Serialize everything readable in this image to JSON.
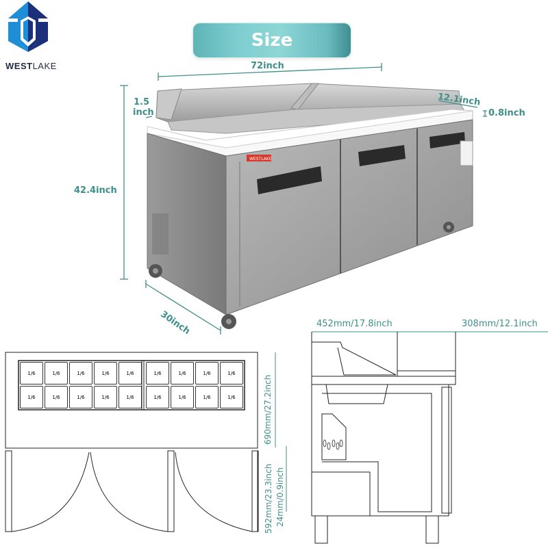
{
  "brand": {
    "name_bold": "WEST",
    "name_light": "LAKE",
    "colors": {
      "light_blue": "#1e8fd6",
      "dark_blue": "#1b2f7a"
    }
  },
  "header": {
    "title": "Size",
    "badge_color": "#7fcfd0"
  },
  "photo_dimensions": {
    "width": "72inch",
    "lid_height": "1.5\ninch",
    "lid_height_line1": "1.5",
    "lid_height_line2": "inch",
    "cutting_board_depth": "12.1inch",
    "cutting_board_thickness": "0.8inch",
    "total_height": "42.4inch",
    "depth": "30inch"
  },
  "product_label": "WESTLAKE",
  "top_view": {
    "pan_rows": [
      [
        "1/6",
        "1/6",
        "1/6",
        "1/6",
        "1/6",
        "1/6",
        "1/6",
        "1/6",
        "1/6"
      ],
      [
        "1/6",
        "1/6",
        "1/6",
        "1/6",
        "1/6",
        "1/6",
        "1/6",
        "1/6",
        "1/6"
      ]
    ],
    "depth_label": "690mm/27.2inch",
    "door_swing_label": "592mm/23.3inch",
    "board_thickness_label": "24mm/0.9inch"
  },
  "side_view": {
    "upper_depth_label": "452mm/17.8inch",
    "board_depth_label": "308mm/12.1inch"
  },
  "accent_color": "#3e8f8a"
}
